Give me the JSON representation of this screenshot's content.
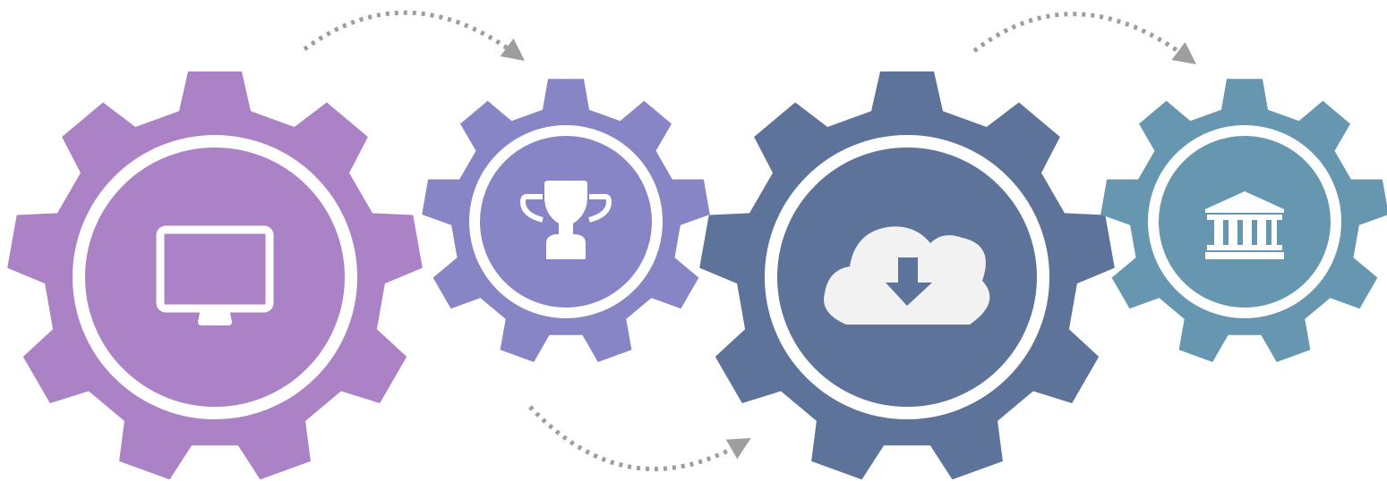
{
  "diagram": {
    "type": "process-gears",
    "arrow_color": "#9e9e9e",
    "ring_color": "#ffffff",
    "icon_color": "#ffffff",
    "cloud_color": "#f2f2f2",
    "steps": [
      {
        "icon": "monitor-icon",
        "color": "#ab82c5"
      },
      {
        "icon": "trophy-icon",
        "color": "#8885c6"
      },
      {
        "icon": "cloud-download-icon",
        "color": "#5e7399"
      },
      {
        "icon": "bank-icon",
        "color": "#6797b0"
      }
    ],
    "connectors": [
      {
        "from": 1,
        "to": 2,
        "direction": "over"
      },
      {
        "from": 2,
        "to": 3,
        "direction": "under"
      },
      {
        "from": 3,
        "to": 4,
        "direction": "over"
      }
    ]
  }
}
